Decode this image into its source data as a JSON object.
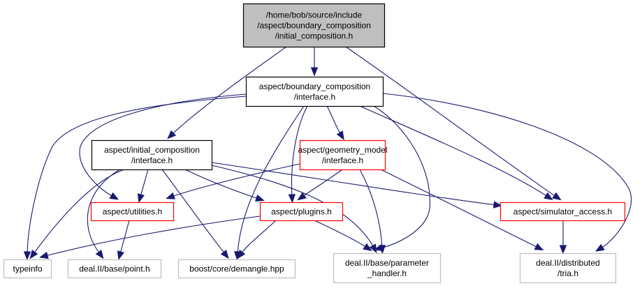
{
  "diagram": {
    "type": "include-dependency-graph",
    "colors": {
      "edge": "#191970",
      "root_fill": "#bfbfbf",
      "root_border": "#000000",
      "documented_border": "#000000",
      "truncated_border": "#ff0000",
      "external_border": "#bfbfbf",
      "node_fill": "#ffffff"
    },
    "nodes": [
      {
        "id": "root",
        "kind": "root",
        "lines": [
          "/home/bob/source/include",
          "/aspect/boundary_composition",
          "/initial_composition.h"
        ]
      },
      {
        "id": "bc_interface",
        "kind": "documented",
        "lines": [
          "aspect/boundary_composition",
          "/interface.h"
        ]
      },
      {
        "id": "ic_interface",
        "kind": "documented",
        "lines": [
          "aspect/initial_composition",
          "/interface.h"
        ]
      },
      {
        "id": "gm_interface",
        "kind": "truncated",
        "lines": [
          "aspect/geometry_model",
          "/interface.h"
        ]
      },
      {
        "id": "utilities",
        "kind": "truncated",
        "lines": [
          "aspect/utilities.h"
        ]
      },
      {
        "id": "plugins",
        "kind": "truncated",
        "lines": [
          "aspect/plugins.h"
        ]
      },
      {
        "id": "simulator_access",
        "kind": "truncated",
        "lines": [
          "aspect/simulator_access.h"
        ]
      },
      {
        "id": "typeinfo",
        "kind": "external",
        "lines": [
          "typeinfo"
        ]
      },
      {
        "id": "point",
        "kind": "external",
        "lines": [
          "deal.II/base/point.h"
        ]
      },
      {
        "id": "demangle",
        "kind": "external",
        "lines": [
          "boost/core/demangle.hpp"
        ]
      },
      {
        "id": "parameter_handler",
        "kind": "external",
        "lines": [
          "deal.II/base/parameter",
          "_handler.h"
        ]
      },
      {
        "id": "tria",
        "kind": "external",
        "lines": [
          "deal.II/distributed",
          "/tria.h"
        ]
      }
    ],
    "edges": [
      {
        "from": "root",
        "to": "bc_interface"
      },
      {
        "from": "root",
        "to": "ic_interface"
      },
      {
        "from": "root",
        "to": "simulator_access"
      },
      {
        "from": "bc_interface",
        "to": "gm_interface"
      },
      {
        "from": "bc_interface",
        "to": "utilities"
      },
      {
        "from": "bc_interface",
        "to": "plugins"
      },
      {
        "from": "bc_interface",
        "to": "simulator_access"
      },
      {
        "from": "bc_interface",
        "to": "typeinfo"
      },
      {
        "from": "bc_interface",
        "to": "demangle"
      },
      {
        "from": "bc_interface",
        "to": "parameter_handler"
      },
      {
        "from": "bc_interface",
        "to": "tria"
      },
      {
        "from": "ic_interface",
        "to": "utilities"
      },
      {
        "from": "ic_interface",
        "to": "plugins"
      },
      {
        "from": "ic_interface",
        "to": "simulator_access"
      },
      {
        "from": "ic_interface",
        "to": "typeinfo"
      },
      {
        "from": "ic_interface",
        "to": "point"
      },
      {
        "from": "ic_interface",
        "to": "demangle"
      },
      {
        "from": "ic_interface",
        "to": "parameter_handler"
      },
      {
        "from": "gm_interface",
        "to": "utilities"
      },
      {
        "from": "gm_interface",
        "to": "plugins"
      },
      {
        "from": "gm_interface",
        "to": "parameter_handler"
      },
      {
        "from": "gm_interface",
        "to": "tria"
      },
      {
        "from": "utilities",
        "to": "point"
      },
      {
        "from": "plugins",
        "to": "typeinfo"
      },
      {
        "from": "plugins",
        "to": "demangle"
      },
      {
        "from": "plugins",
        "to": "parameter_handler"
      },
      {
        "from": "simulator_access",
        "to": "tria"
      }
    ]
  }
}
